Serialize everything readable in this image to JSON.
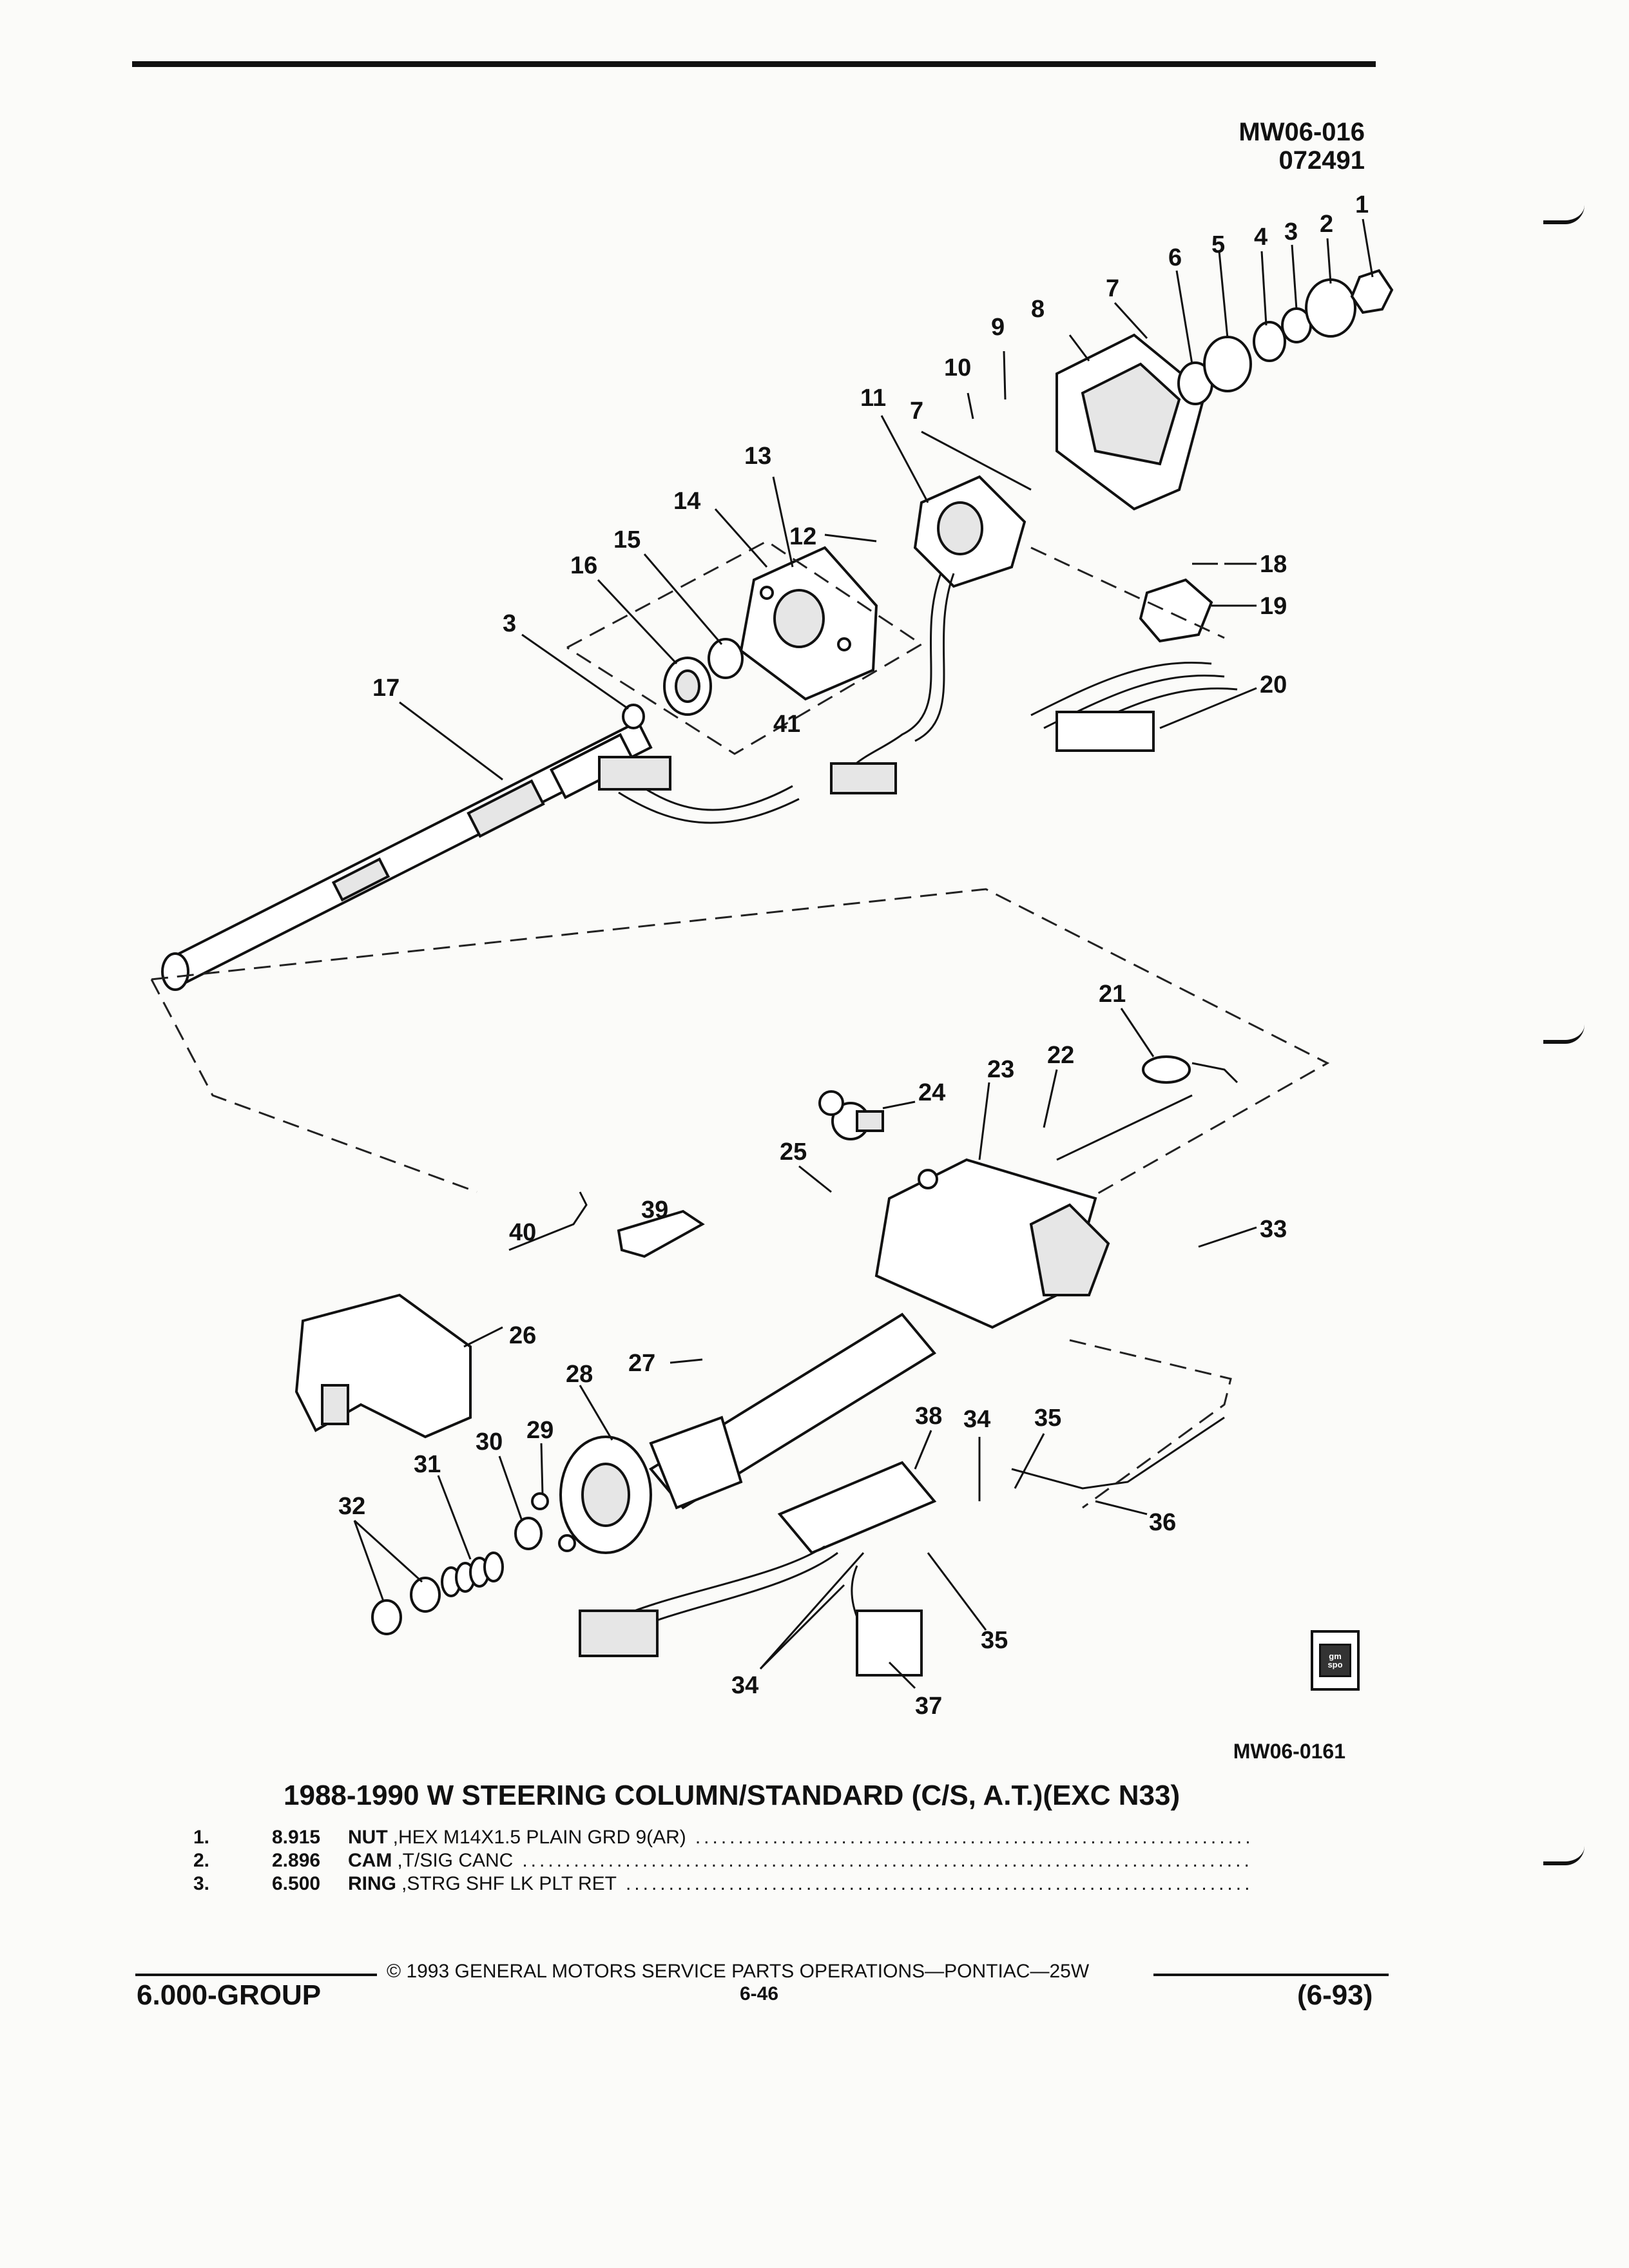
{
  "header": {
    "code_line1": "MW06-016",
    "code_line2": "072491"
  },
  "diagram": {
    "callouts": [
      "1",
      "2",
      "3",
      "4",
      "5",
      "6",
      "7",
      "8",
      "9",
      "10",
      "11",
      "7",
      "12",
      "13",
      "14",
      "15",
      "16",
      "3",
      "17",
      "18",
      "19",
      "20",
      "41",
      "21",
      "22",
      "23",
      "24",
      "25",
      "39",
      "40",
      "26",
      "27",
      "28",
      "29",
      "30",
      "31",
      "32",
      "33",
      "34",
      "35",
      "38",
      "36",
      "35",
      "34",
      "37"
    ],
    "logo_text": "gm spo",
    "figure_code": "MW06-0161"
  },
  "title": "1988-1990 W STEERING COLUMN/STANDARD (C/S, A.T.)(EXC N33)",
  "parts": [
    {
      "num": "1.",
      "qty": "8.915",
      "name": "NUT",
      "desc": ",HEX M14X1.5 PLAIN GRD 9(AR)"
    },
    {
      "num": "2.",
      "qty": "2.896",
      "name": "CAM",
      "desc": ",T/SIG CANC"
    },
    {
      "num": "3.",
      "qty": "6.500",
      "name": "RING",
      "desc": ",STRG SHF LK PLT RET"
    }
  ],
  "dot_leader": "................................................................................................",
  "footer": {
    "copyright": "© 1993 GENERAL MOTORS SERVICE PARTS OPERATIONS—PONTIAC—25W",
    "group": "6.000-GROUP",
    "page": "6-46",
    "date": "(6-93)"
  }
}
